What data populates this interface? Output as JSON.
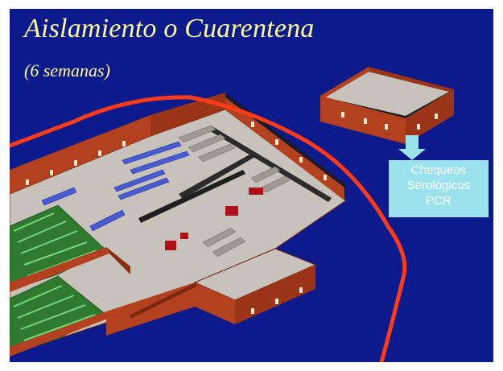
{
  "slide": {
    "title": "Aislamiento o Cuarentena",
    "subtitle": "(6 semanas)",
    "tests_box": {
      "lines": [
        "Chequeos",
        "Serológicos",
        "PCR"
      ]
    },
    "colors": {
      "background": "#0c1a8c",
      "title_text": "#fffb9a",
      "boundary_line": "#ff3b1a",
      "tests_box_fill": "#9ce2ec",
      "arrow_fill": "#9ce2ec",
      "building_walls": "#b3401e",
      "building_floor": "#c9c4bc",
      "crates": "#3a8a3a",
      "pens": "#4a5ad0",
      "equipment": "#b0101a"
    },
    "icons": [
      "down-arrow-icon"
    ]
  }
}
